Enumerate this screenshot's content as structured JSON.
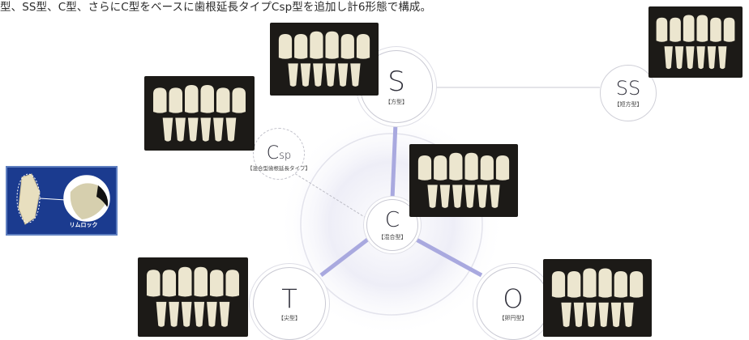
{
  "header": {
    "text": "型、SS型、C型、さらにC型をベースに歯根延長タイプCsp型を追加し計6形態で構成。"
  },
  "shapes": {
    "s": {
      "letter": "S",
      "sub": "【方型】"
    },
    "ss": {
      "letter": "SS",
      "sub": "【短方型】"
    },
    "csp": {
      "letter": "C",
      "letter_sub": "sp",
      "sub": "【混合型歯根延長タイプ】"
    },
    "c": {
      "letter": "C",
      "sub": "【混合型】"
    },
    "t": {
      "letter": "T",
      "sub": "【尖型】"
    },
    "o": {
      "letter": "O",
      "sub": "【卵円型】"
    }
  },
  "inset": {
    "label": "リムロック"
  },
  "colors": {
    "accent_line": "#a9a9df",
    "panel_bg": "#1c1a17",
    "tooth": "#ece6cf",
    "inset_bg": "#1b3b8f"
  },
  "icons": [
    "denture-photo",
    "rimlock-diagram"
  ]
}
